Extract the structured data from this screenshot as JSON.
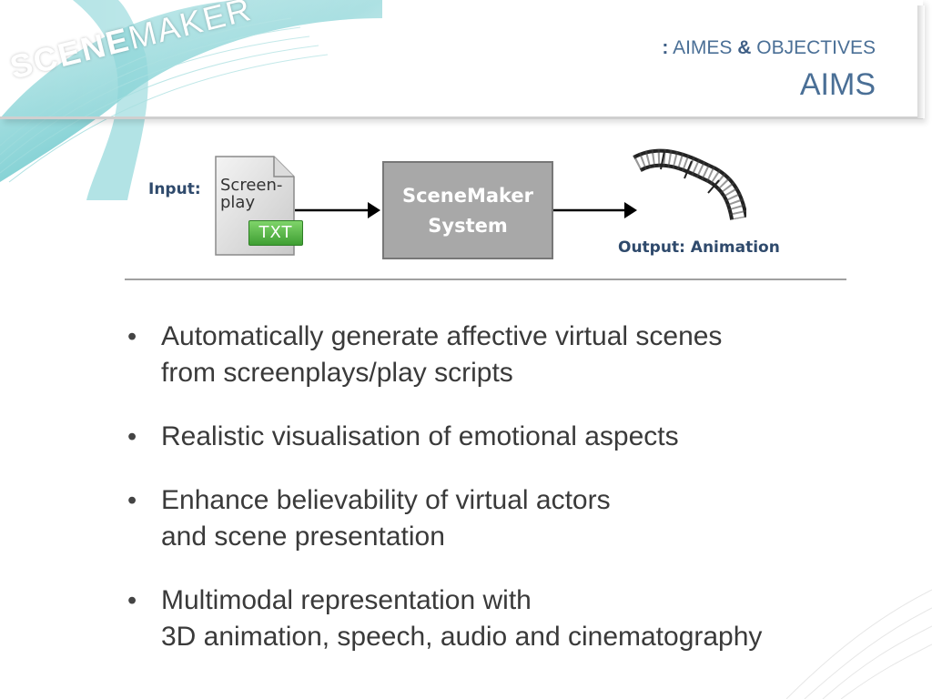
{
  "header": {
    "logo_strong": "SCENE",
    "logo_light": "MAKER",
    "section_prefix": ":",
    "section_part1": "AIMES",
    "section_amp": "&",
    "section_part2": "OBJECTIVES",
    "title": "AIMS"
  },
  "diagram": {
    "input_label": "Input:",
    "doc_line1": "Screen-",
    "doc_line2": "play",
    "doc_badge": "TXT",
    "system_line1": "SceneMaker",
    "system_line2": "System",
    "output_label": "Output: Animation",
    "icons": [
      "document-icon",
      "film-strip-icon"
    ]
  },
  "bullets": [
    {
      "lines": [
        "Automatically generate affective virtual scenes",
        "from screenplays/play scripts"
      ]
    },
    {
      "lines": [
        "Realistic visualisation of emotional aspects"
      ]
    },
    {
      "lines": [
        "Enhance believability of virtual actors",
        "and scene presentation"
      ]
    },
    {
      "lines": [
        "Multimodal representation with",
        "3D animation, speech, audio and cinematography"
      ]
    }
  ],
  "bullet_marker": "•",
  "colors": {
    "title": "#4a6f96",
    "logo_swirl": "#5fc4c8",
    "system_box": "#a8a8a8",
    "body_text": "#3a3a3a",
    "labels": "#2f4a6c",
    "badge": "#4caf3f"
  }
}
